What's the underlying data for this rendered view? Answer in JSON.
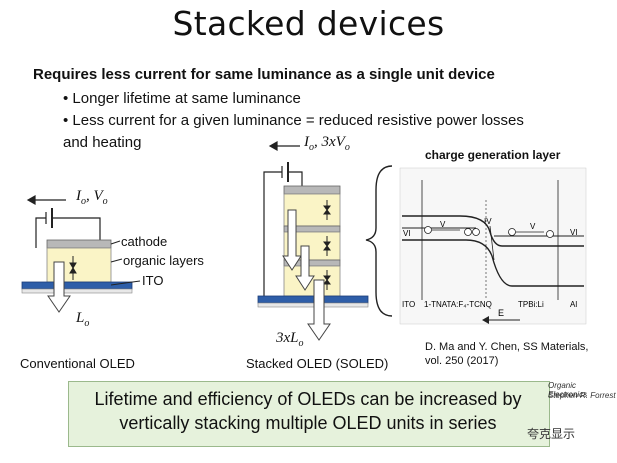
{
  "title": "Stacked devices",
  "headline": "Requires less current for same luminance as a single unit device",
  "bullets": [
    "• Longer lifetime at same luminance",
    "• Less current for a given luminance = reduced resistive power losses",
    "and heating"
  ],
  "conventional": {
    "source_label": "I",
    "source_label_sub": "o",
    "source_label_sep": ", V",
    "source_label_sub2": "o",
    "labels": {
      "cathode": "cathode",
      "organic": "organic layers",
      "ito": "ITO"
    },
    "output": "L",
    "output_sub": "o",
    "caption": "Conventional OLED"
  },
  "stacked": {
    "source_label": "I",
    "source_label_sub": "o",
    "source_label_sep": ", 3xV",
    "source_label_sub2": "o",
    "output": "3xL",
    "output_sub": "o",
    "caption": "Stacked OLED (SOLED)"
  },
  "figure": {
    "title": "charge generation layer",
    "region_labels": [
      "ITO",
      "1-TNATA:F₄-TCNQ",
      "TPBi:Li",
      "Al"
    ],
    "symbols": [
      "VI",
      "V",
      "IV",
      "V",
      "VI"
    ],
    "field_label": "E",
    "reference_line1": "D. Ma and Y. Chen, SS Materials,",
    "reference_line2": "vol. 250 (2017)"
  },
  "banner": {
    "line1": "Lifetime and efficiency of OLEDs can be increased by",
    "line2": "vertically stacking multiple OLED units in series"
  },
  "watermark": {
    "line1": "Organic Electronics",
    "line2": "Stephen R. Forrest",
    "cn": "夸克显示"
  },
  "colors": {
    "ito": "#2e5ea8",
    "organic": "#faf4c6",
    "cathode": "#b8b8b8",
    "banner_bg": "#e6f2dc"
  }
}
